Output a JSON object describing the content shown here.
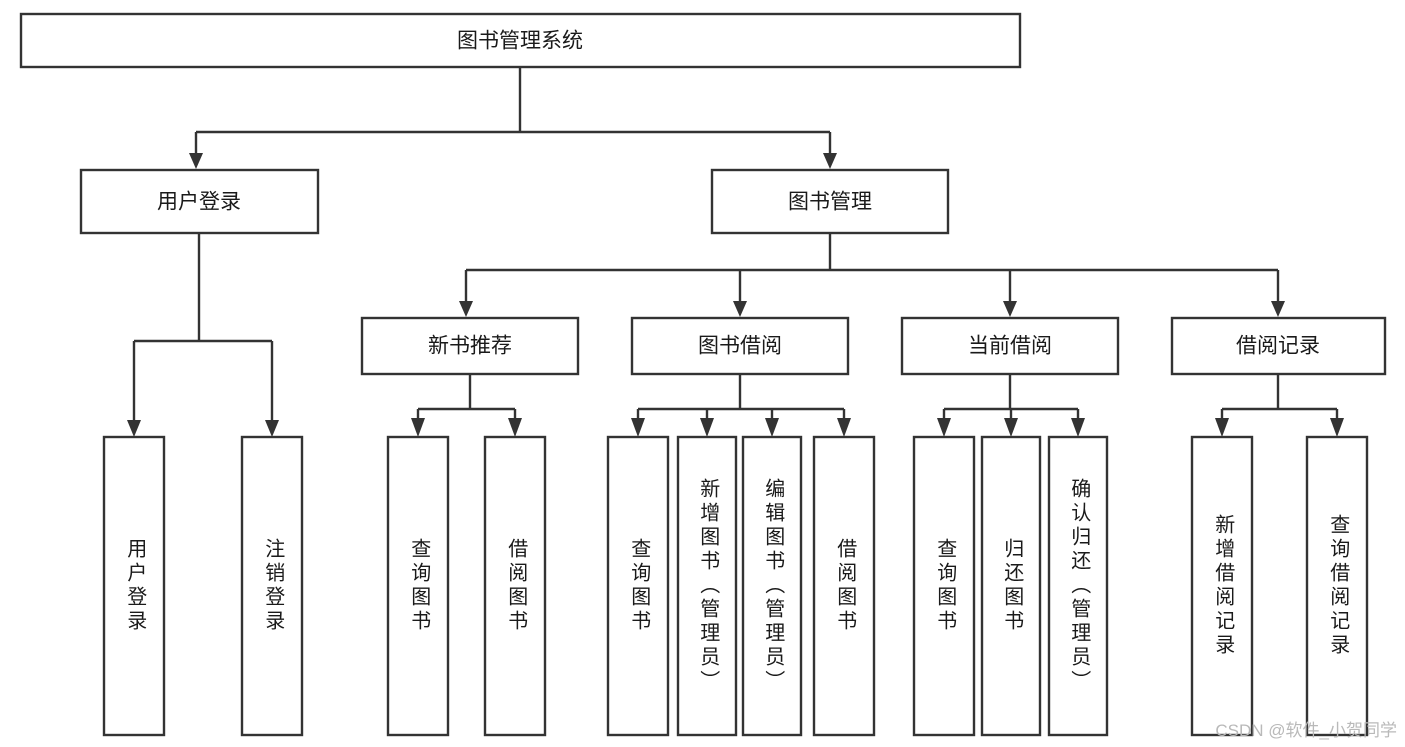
{
  "diagram": {
    "type": "tree",
    "title": "图书管理系统",
    "orientation": "top-down",
    "watermark": "CSDN @软件_小贺同学",
    "colors": {
      "box_fill": "#ffffff",
      "box_stroke": "#333333",
      "text": "#1a1a1a",
      "watermark": "#b9b9b9",
      "background": "#ffffff"
    },
    "nodes": {
      "root": {
        "label": "图书管理系统"
      },
      "level2": [
        {
          "label": "用户登录"
        },
        {
          "label": "图书管理"
        }
      ],
      "level3": [
        {
          "label": "新书推荐"
        },
        {
          "label": "图书借阅"
        },
        {
          "label": "当前借阅"
        },
        {
          "label": "借阅记录"
        }
      ],
      "leaves": {
        "user_login": [
          {
            "label": "用户登录"
          },
          {
            "label": "注销登录"
          }
        ],
        "new_book": [
          {
            "label": "查询图书"
          },
          {
            "label": "借阅图书"
          }
        ],
        "book_borrow": [
          {
            "label": "查询图书"
          },
          {
            "label": "新增图书（管理员）"
          },
          {
            "label": "编辑图书（管理员）"
          },
          {
            "label": "借阅图书"
          }
        ],
        "current_borrow": [
          {
            "label": "查询图书"
          },
          {
            "label": "归还图书"
          },
          {
            "label": "确认归还（管理员）"
          }
        ],
        "borrow_record": [
          {
            "label": "新增借阅记录"
          },
          {
            "label": "查询借阅记录"
          }
        ]
      }
    }
  }
}
